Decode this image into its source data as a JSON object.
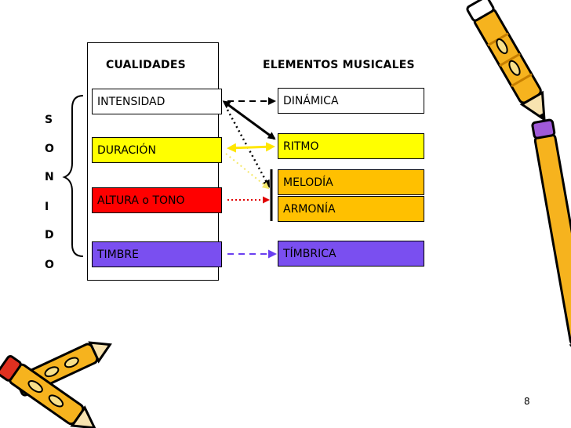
{
  "headers": {
    "cualidades": "CUALIDADES",
    "elementos": "ELEMENTOS MUSICALES"
  },
  "sonido_letters": [
    "S",
    "O",
    "N",
    "I",
    "D",
    "O"
  ],
  "cualidades": [
    {
      "label": "INTENSIDAD",
      "color": "#ffffff"
    },
    {
      "label": "DURACIÓN",
      "color": "#ffff00"
    },
    {
      "label": "ALTURA o TONO",
      "color": "#ff0000"
    },
    {
      "label": "TIMBRE",
      "color": "#7a4ff0"
    }
  ],
  "elementos": [
    {
      "label": "DINÁMICA",
      "color": "#ffffff"
    },
    {
      "label": "RITMO",
      "color": "#ffff00"
    },
    {
      "label": "MELODÍA",
      "color": "#ffc000"
    },
    {
      "label": "ARMONÍA",
      "color": "#ffc000"
    },
    {
      "label": "TÍMBRICA",
      "color": "#7a4ff0"
    }
  ],
  "page_number": "8"
}
